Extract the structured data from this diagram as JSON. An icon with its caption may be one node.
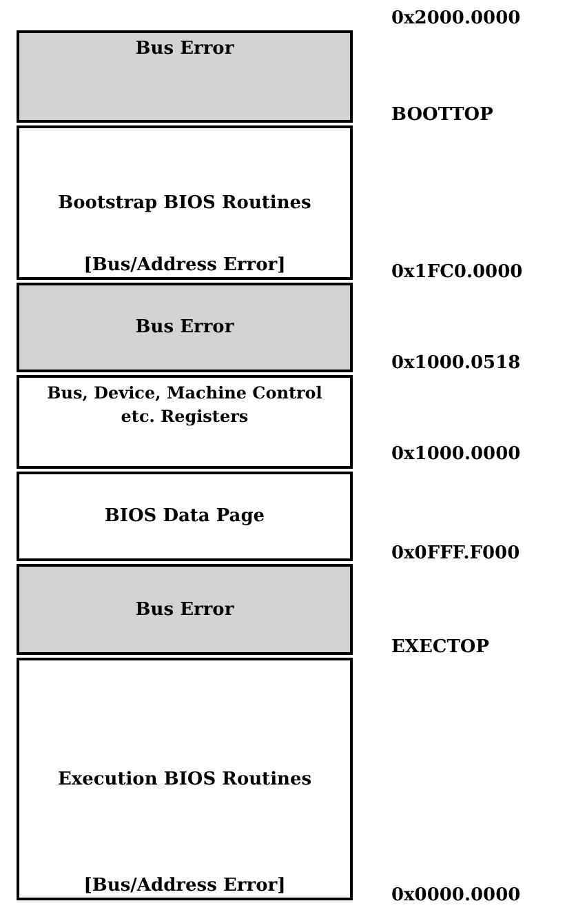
{
  "diagram": {
    "nodes": [
      {
        "text": [
          "Bus Error"
        ]
      },
      {
        "text": [
          "Bootstrap BIOS Routines",
          "[Bus/Address Error]"
        ]
      },
      {
        "text": [
          "Bus Error"
        ]
      },
      {
        "text": [
          "Bus, Device, Machine Control etc. Registers"
        ]
      },
      {
        "text": [
          "BIOS Data Page"
        ]
      },
      {
        "text": [
          "Bus Error"
        ]
      },
      {
        "text": [
          "Execution BIOS Routines",
          "[Bus/Address Error]"
        ]
      }
    ],
    "edges": [],
    "labels": [
      "0x2000.0000",
      "BOOTTOP",
      "0x1FC0.0000",
      "0x1000.0518",
      "0x1000.0000",
      "0x0FFF.F000",
      "EXECTOP",
      "0x0000.0000"
    ]
  }
}
